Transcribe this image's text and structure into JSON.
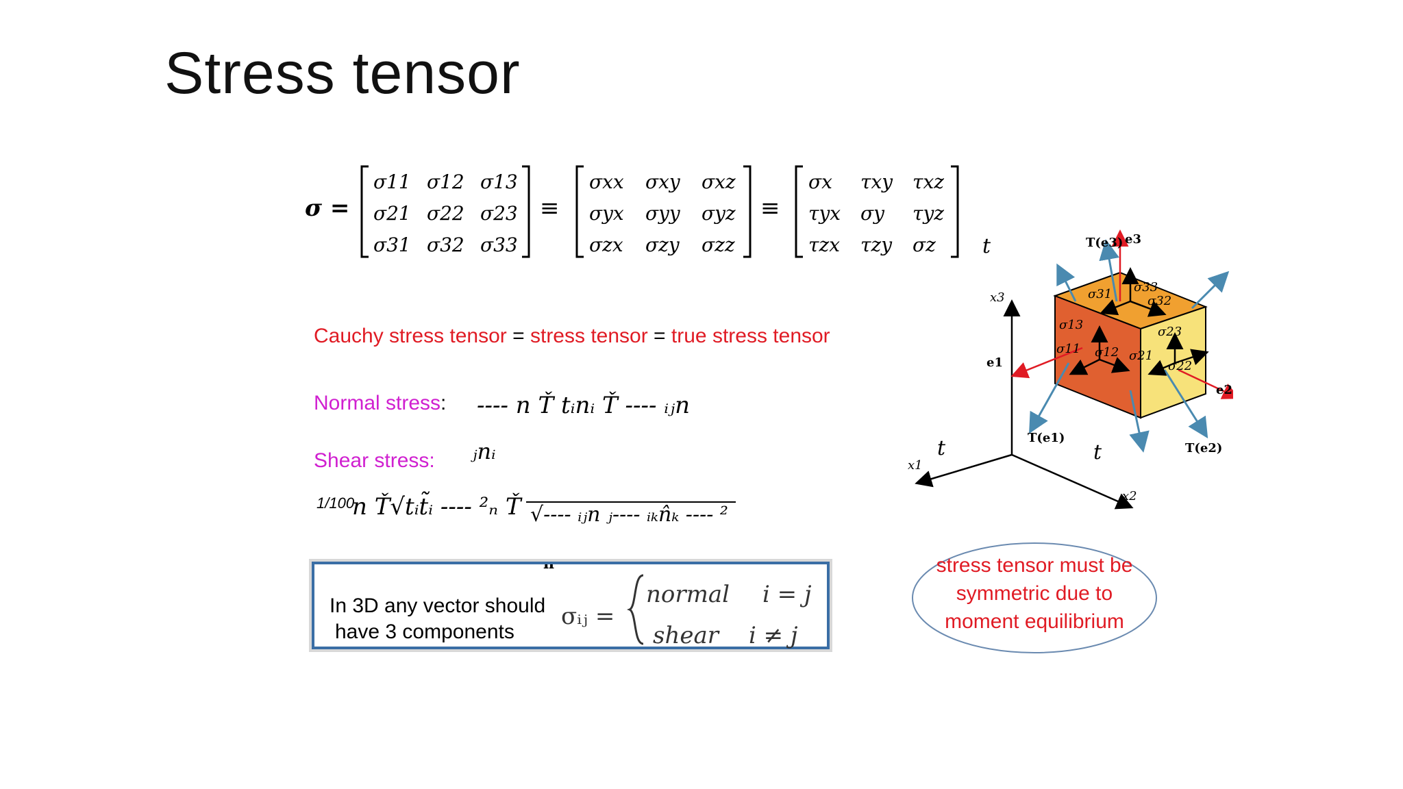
{
  "slide": {
    "title": "Stress tensor"
  },
  "matrix": {
    "lhs": "σ =",
    "equiv": "≡",
    "m1": [
      [
        "σ11",
        "σ12",
        "σ13"
      ],
      [
        "σ21",
        "σ22",
        "σ23"
      ],
      [
        "σ31",
        "σ32",
        "σ33"
      ]
    ],
    "m2": [
      [
        "σxx",
        "σxy",
        "σxz"
      ],
      [
        "σyx",
        "σyy",
        "σyz"
      ],
      [
        "σzx",
        "σzy",
        "σzz"
      ]
    ],
    "m3": [
      [
        "σx",
        "τxy",
        "τxz"
      ],
      [
        "τyx",
        "σy",
        "τyz"
      ],
      [
        "τzx",
        "τzy",
        "σz"
      ]
    ]
  },
  "definition": {
    "part1": "Cauchy stress tensor",
    "eq1": " = ",
    "part2": "stress tensor",
    "eq2": " = ",
    "part3": "true stress tensor"
  },
  "normal": {
    "label": "Normal stress",
    "colon": ":",
    "formula": "---- n Ť tᵢnᵢ Ť ---- ᵢⱼn"
  },
  "shear": {
    "label": "Shear stress:",
    "sub": "ⱼnᵢ",
    "frac": "1/100",
    "formula_a": "n Ť√tᵢt̃ᵢ ---- ²ₙ Ť",
    "formula_b": "√---- ᵢⱼn ⱼ---- ᵢₖn̂ₖ ---- ²",
    "n_below": "n"
  },
  "box": {
    "text_line1": "In 3D any vector should",
    "text_line2": "have 3 components",
    "sigma": "σᵢⱼ =",
    "case1_word": "normal",
    "case1_cond": "i = j",
    "case2_word": "shear",
    "case2_cond": "i ≠ j"
  },
  "note": {
    "line1": "stress tensor must be",
    "line2": "symmetric due to",
    "line3": "moment equilibrium"
  },
  "cube_labels": {
    "t_top": "t",
    "t_left": "t",
    "t_right": "t",
    "T_e3": "T(e3)",
    "e3": "e3",
    "T_e1": "T(e1)",
    "T_e2": "T(e2)",
    "e1": "e1",
    "e2": "e2",
    "x1": "x1",
    "x2": "x2",
    "x3": "x3",
    "s31": "σ31",
    "s33": "σ33",
    "s32": "σ32",
    "s13": "σ13",
    "s11": "σ11",
    "s12": "σ12",
    "s23": "σ23",
    "s21": "σ21",
    "s22": "σ22"
  },
  "colors": {
    "red": "#e01b24",
    "magenta": "#d020d0",
    "box_border": "#3a6ea5",
    "cube_top": "#f0a030",
    "cube_left": "#e06030",
    "cube_right": "#f7e27a",
    "arrow_blue": "#4a8ab0"
  }
}
